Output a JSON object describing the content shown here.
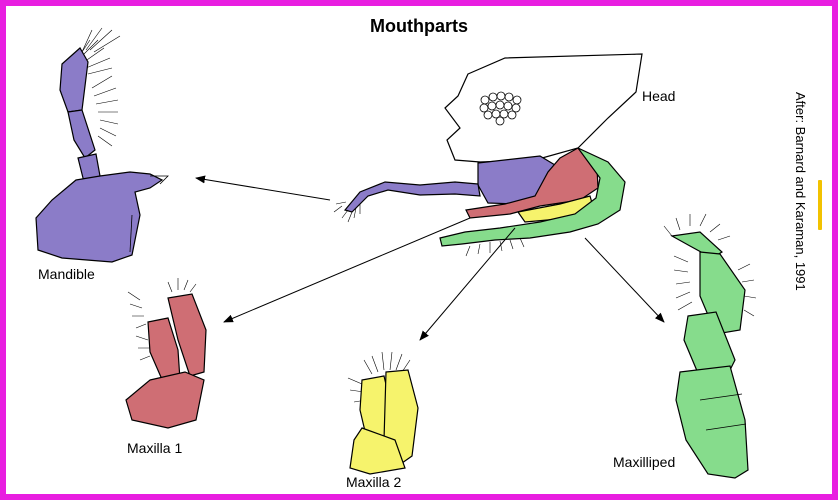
{
  "title": "Mouthparts",
  "labels": {
    "head": "Head",
    "mandible": "Mandible",
    "maxilla1": "Maxilla 1",
    "maxilla2": "Maxilla 2",
    "maxilliped": "Maxilliped"
  },
  "credit": "After: Barnard and Karaman, 1991",
  "colors": {
    "frame": "#e81ee0",
    "mandible": "#8b7cc8",
    "maxilla1": "#cf6e74",
    "maxilla2": "#f6f36c",
    "maxilliped": "#86dc8c",
    "accent": "#f2c200"
  }
}
